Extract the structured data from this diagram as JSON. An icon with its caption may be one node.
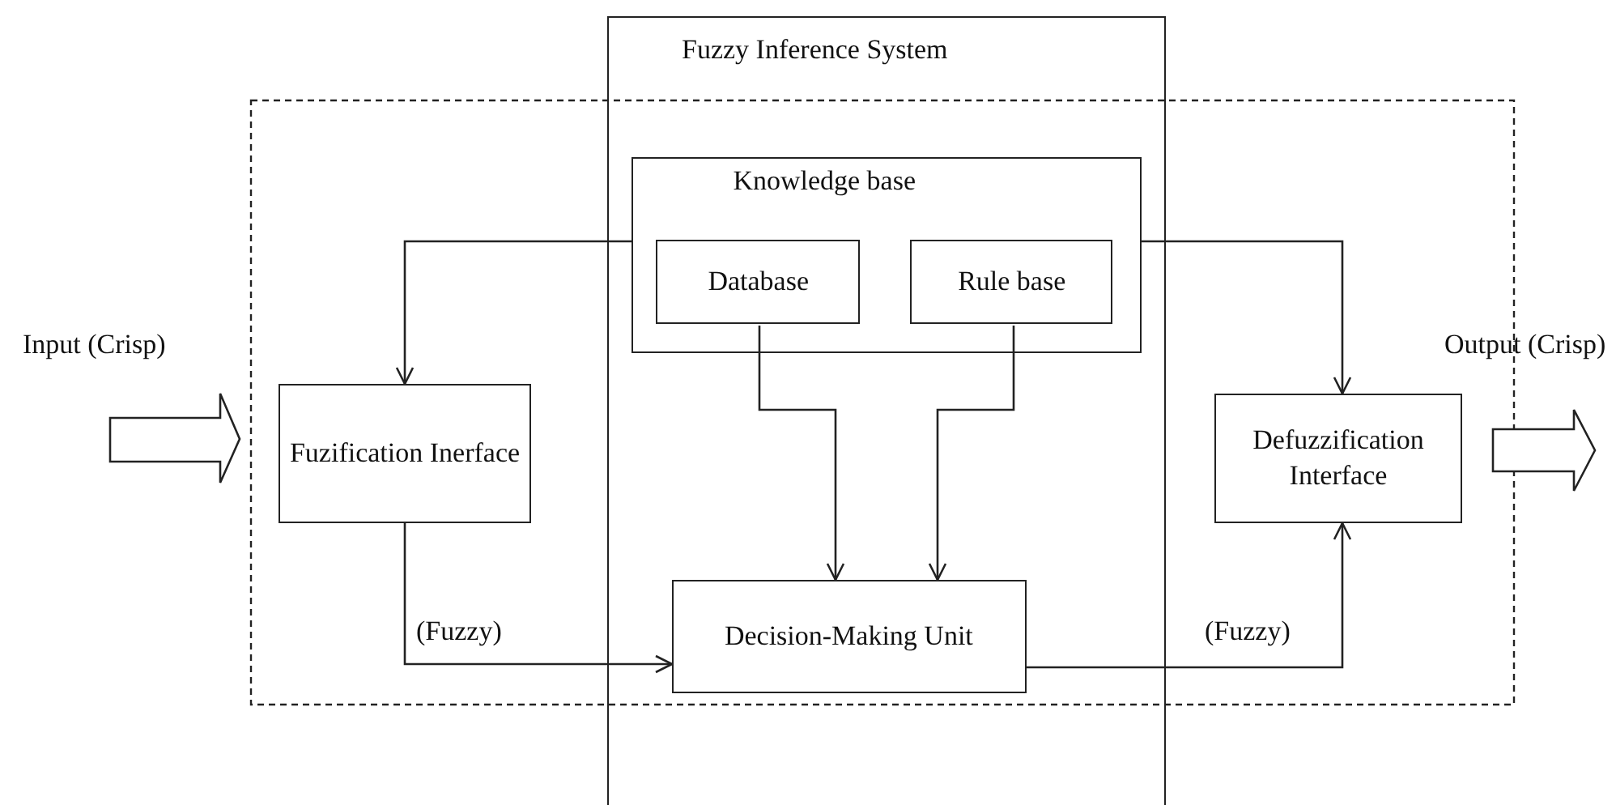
{
  "diagram": {
    "nodes": [
      {
        "text": [
          "Fuzzy Inference System"
        ]
      },
      {
        "text": [
          "Knowledge base"
        ],
        "in": 0
      },
      {
        "text": [
          "Database"
        ],
        "in": 1
      },
      {
        "text": [
          "Rule base"
        ],
        "in": 1
      },
      {
        "text": [
          "Fuzification Inerface"
        ]
      },
      {
        "text": [
          "Decision-Making Unit"
        ],
        "in": 0
      },
      {
        "text": [
          "Defuzzification Interface"
        ]
      }
    ],
    "edges": [
      {
        "from": 1,
        "to": 4,
        "arrow": "to"
      },
      {
        "from": 1,
        "to": 6,
        "arrow": "to"
      },
      {
        "from": 2,
        "to": 5,
        "arrow": "to"
      },
      {
        "from": 3,
        "to": 5,
        "arrow": "to"
      },
      {
        "from": 4,
        "to": 5,
        "arrow": "to",
        "label": "(Fuzzy)"
      },
      {
        "from": 5,
        "to": 6,
        "arrow": "to",
        "label": "(Fuzzy)"
      }
    ],
    "labels": [
      "Input (Crisp)",
      "Output (Crisp)"
    ]
  }
}
